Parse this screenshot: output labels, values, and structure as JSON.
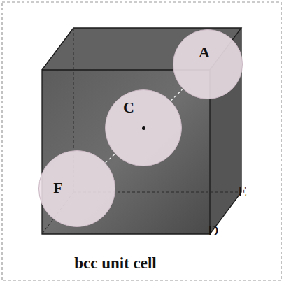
{
  "diagram": {
    "caption": "bcc unit cell",
    "nodes": [
      {
        "text": [
          "A"
        ]
      },
      {
        "text": [
          "C"
        ]
      },
      {
        "text": [
          "F"
        ]
      }
    ],
    "edges": [
      {
        "from": 2,
        "to": 1,
        "arrow": "none"
      },
      {
        "from": 1,
        "to": 0,
        "arrow": "none"
      }
    ],
    "labels": [
      "E",
      "D"
    ]
  }
}
